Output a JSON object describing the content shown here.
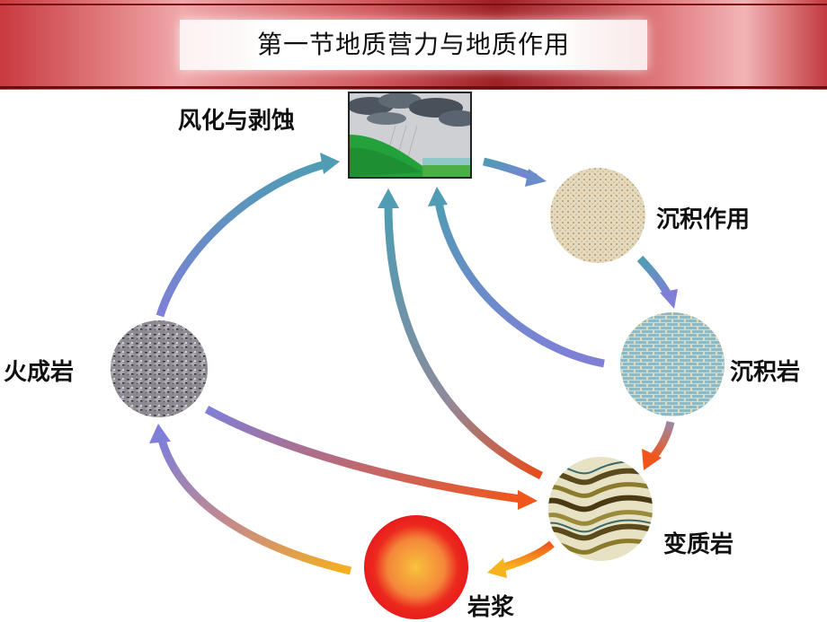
{
  "title": "第一节地质营力与地质作用",
  "nodes": {
    "weathering": "风化与剥蚀",
    "deposition": "沉积作用",
    "sedimentary_rock": "沉积岩",
    "metamorphic_rock": "变质岩",
    "magma": "岩浆",
    "igneous_rock": "火成岩"
  }
}
